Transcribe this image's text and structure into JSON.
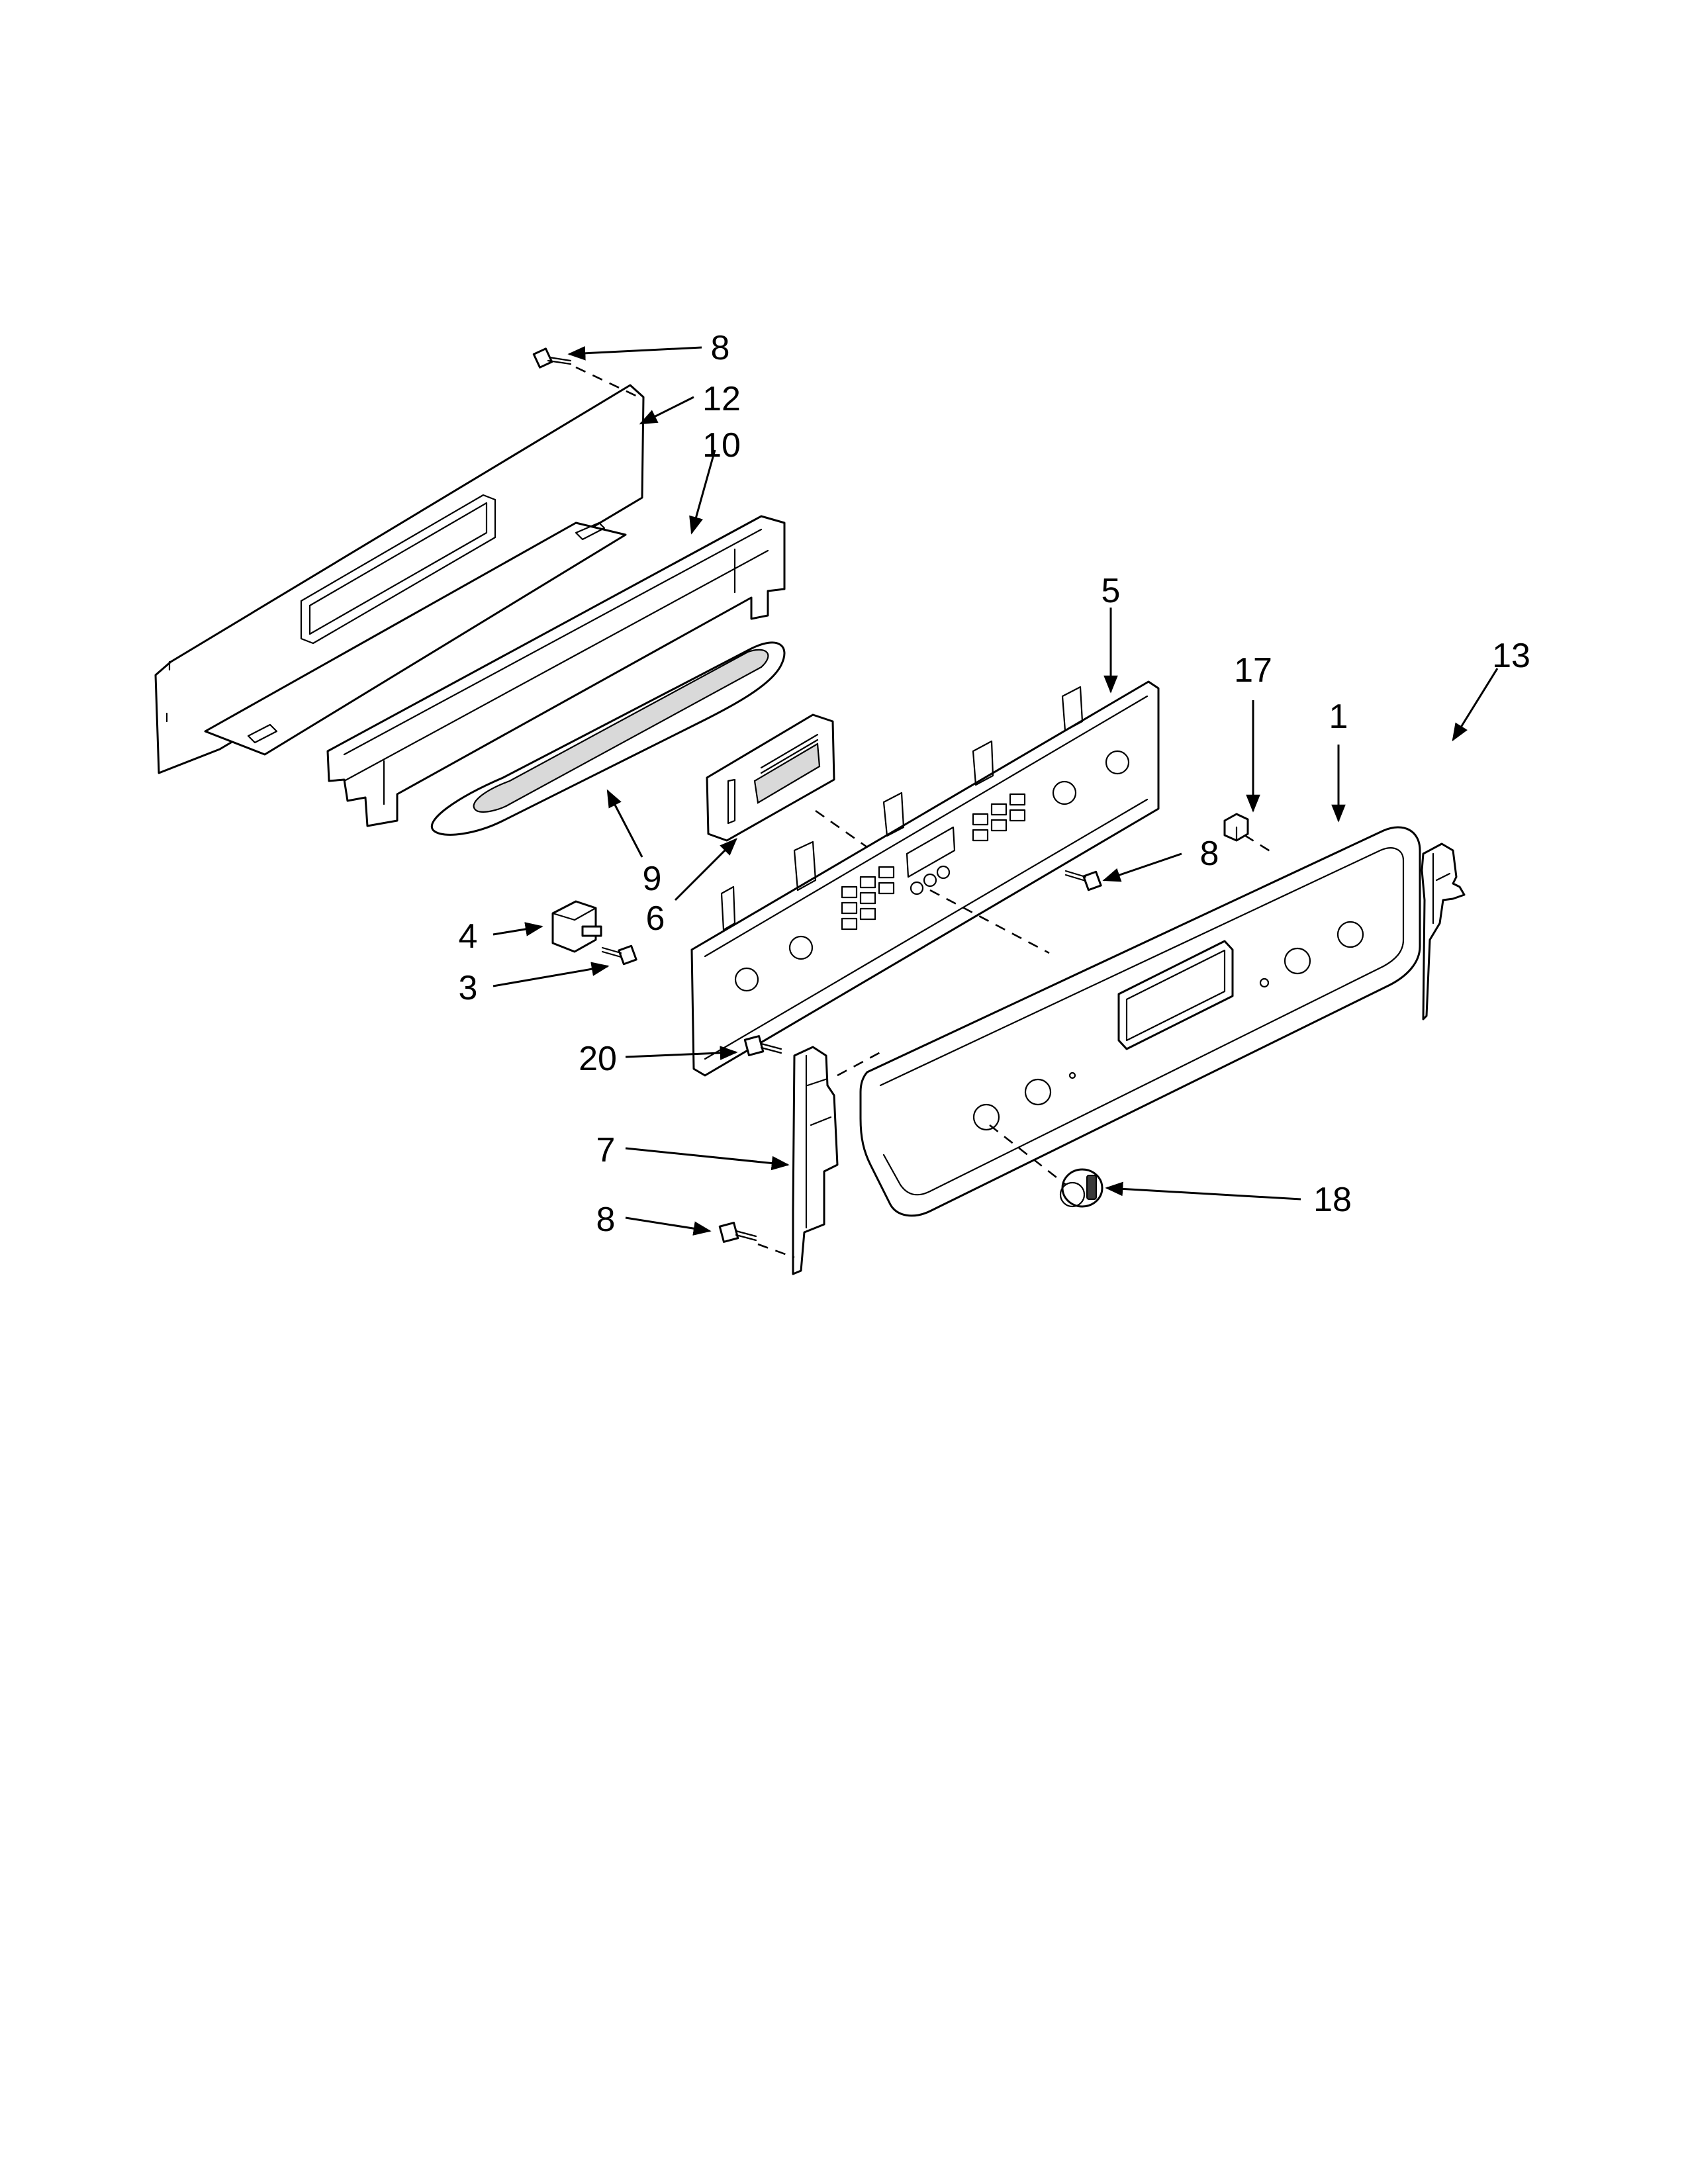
{
  "diagram": {
    "callouts": [
      {
        "id": "c8a",
        "label": "8"
      },
      {
        "id": "c12",
        "label": "12"
      },
      {
        "id": "c10",
        "label": "10"
      },
      {
        "id": "c5",
        "label": "5"
      },
      {
        "id": "c13",
        "label": "13"
      },
      {
        "id": "c17",
        "label": "17"
      },
      {
        "id": "c1",
        "label": "1"
      },
      {
        "id": "c9",
        "label": "9"
      },
      {
        "id": "c6",
        "label": "6"
      },
      {
        "id": "c8b",
        "label": "8"
      },
      {
        "id": "c4",
        "label": "4"
      },
      {
        "id": "c3",
        "label": "3"
      },
      {
        "id": "c20",
        "label": "20"
      },
      {
        "id": "c7",
        "label": "7"
      },
      {
        "id": "c8c",
        "label": "8"
      },
      {
        "id": "c18",
        "label": "18"
      }
    ]
  }
}
